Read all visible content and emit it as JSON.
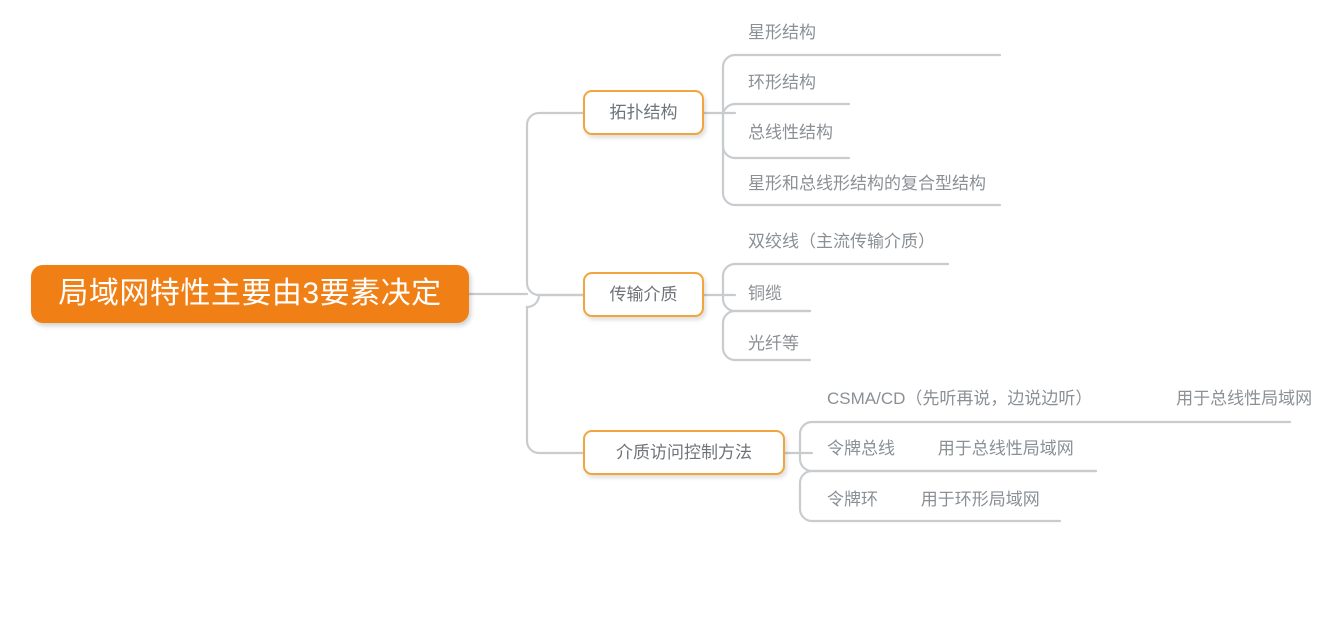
{
  "title": "局域网特性主要由3要素决定",
  "colors": {
    "root_fill": "#F07F16",
    "root_text": "#FFFFFF",
    "branch_border": "#F0A63C",
    "branch_text": "#6F7479",
    "leaf_text": "#8B9095",
    "connector": "#C9CCCF",
    "background": "#FFFFFF"
  },
  "root": {
    "label": "局域网特性主要由3要素决定"
  },
  "branches": [
    {
      "label": "拓扑结构",
      "children": [
        {
          "main": "星形结构",
          "note": ""
        },
        {
          "main": "环形结构",
          "note": ""
        },
        {
          "main": "总线性结构",
          "note": ""
        },
        {
          "main": "星形和总线形结构的复合型结构",
          "note": ""
        }
      ]
    },
    {
      "label": "传输介质",
      "children": [
        {
          "main": "双绞线（主流传输介质）",
          "note": ""
        },
        {
          "main": "铜缆",
          "note": ""
        },
        {
          "main": "光纤等",
          "note": ""
        }
      ]
    },
    {
      "label": "介质访问控制方法",
      "children": [
        {
          "main": "CSMA/CD（先听再说，边说边听）",
          "note": "用于总线性局域网"
        },
        {
          "main": "令牌总线",
          "note": "用于总线性局域网"
        },
        {
          "main": "令牌环",
          "note": "用于环形局域网"
        }
      ]
    }
  ]
}
